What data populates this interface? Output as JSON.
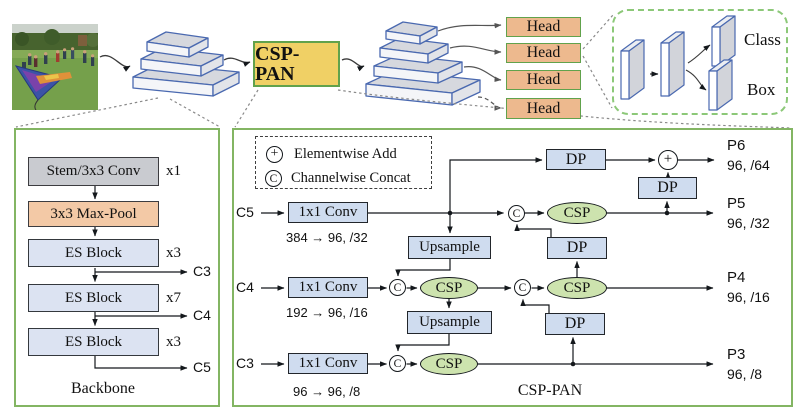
{
  "top": {
    "csppan_label": "CSP-PAN",
    "heads": [
      {
        "label": "Head"
      },
      {
        "label": "Head"
      },
      {
        "label": "Head"
      },
      {
        "label": "Head"
      }
    ]
  },
  "head_detail": {
    "class_label": "Class",
    "box_label": "Box"
  },
  "backbone": {
    "title": "Backbone",
    "stem": {
      "label": "Stem/3x3 Conv",
      "mult": "x1"
    },
    "maxpool": {
      "label": "3x3 Max-Pool"
    },
    "es_blocks": [
      {
        "label": "ES Block",
        "mult": "x3",
        "out": "C3"
      },
      {
        "label": "ES Block",
        "mult": "x7",
        "out": "C4"
      },
      {
        "label": "ES Block",
        "mult": "x3",
        "out": "C5"
      }
    ]
  },
  "csppan": {
    "title": "CSP-PAN",
    "legend": {
      "add_symbol": "+",
      "add_label": "Elementwise Add",
      "concat_symbol": "C",
      "concat_label": "Channelwise Concat"
    },
    "inputs": [
      {
        "name": "C5",
        "conv_label": "1x1 Conv",
        "channels": "384 → 96, /32"
      },
      {
        "name": "C4",
        "conv_label": "1x1 Conv",
        "channels": "192 → 96, /16"
      },
      {
        "name": "C3",
        "conv_label": "1x1 Conv",
        "channels": "96 → 96, /8"
      }
    ],
    "upsample_label": "Upsample",
    "dp_label": "DP",
    "csp_label": "CSP",
    "outputs": [
      {
        "name": "P6",
        "channels": "96, /64"
      },
      {
        "name": "P5",
        "channels": "96, /32"
      },
      {
        "name": "P4",
        "channels": "96, /16"
      },
      {
        "name": "P3",
        "channels": "96, /8"
      }
    ]
  }
}
